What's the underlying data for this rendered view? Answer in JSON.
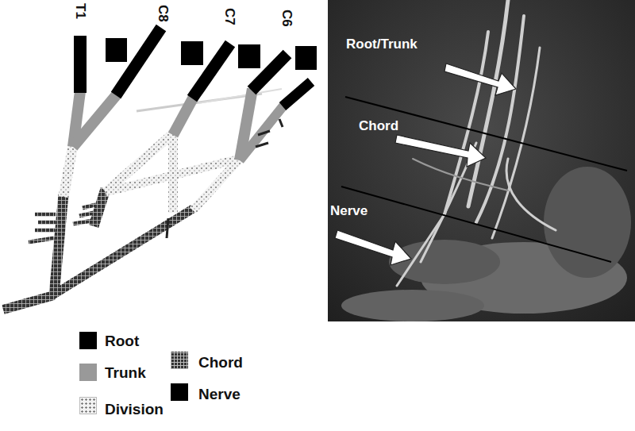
{
  "diagram": {
    "labels": [
      "T1",
      "C8",
      "C7",
      "C6",
      "Root/Trunk",
      "Chord",
      "Nerve"
    ],
    "legend": [
      {
        "text": "Root",
        "color": "#000000"
      },
      {
        "text": "Trunk",
        "color": "#999999"
      },
      {
        "text": "Division"
      },
      {
        "text": "Chord"
      },
      {
        "text": "Nerve",
        "color": "#000000"
      }
    ]
  }
}
